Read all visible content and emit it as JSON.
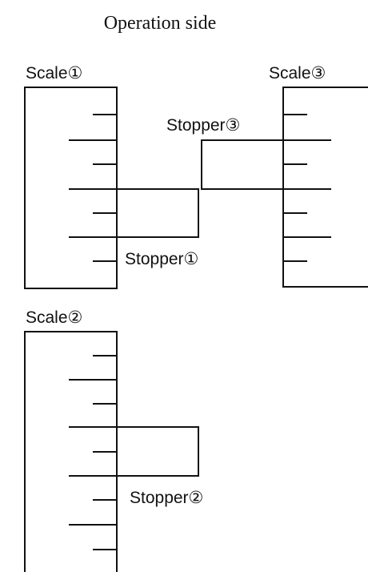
{
  "header": {
    "title": "Operation side"
  },
  "scales": [
    {
      "id": "scale1",
      "label": "Scale①"
    },
    {
      "id": "scale2",
      "label": "Scale②"
    },
    {
      "id": "scale3",
      "label": "Scale③"
    }
  ],
  "stoppers": [
    {
      "id": "stopper1",
      "label": "Stopper①"
    },
    {
      "id": "stopper2",
      "label": "Stopper②"
    },
    {
      "id": "stopper3",
      "label": "Stopper③"
    }
  ],
  "colors": {
    "line": "#111111",
    "background": "#ffffff"
  }
}
